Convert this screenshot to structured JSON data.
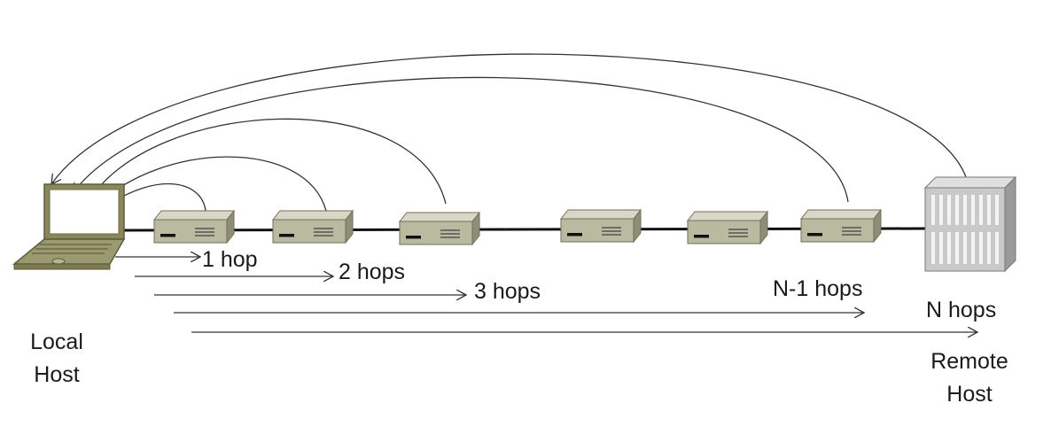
{
  "diagram": {
    "local_host": {
      "line1": "Local",
      "line2": "Host"
    },
    "remote_host": {
      "line1": "Remote",
      "line2": "Host"
    },
    "hop_labels": [
      "1 hop",
      "2 hops",
      "3 hops",
      "N-1 hops",
      "N hops"
    ],
    "ellipsis": ". . .",
    "colors": {
      "router_top": "#d6d6c2",
      "router_front": "#b8b89e",
      "router_side": "#8f8f76",
      "laptop_body": "#8c8a5c",
      "laptop_screen": "#ffffff",
      "server": "#c8c8c8",
      "line": "#111111",
      "arrow": "#333333"
    }
  }
}
